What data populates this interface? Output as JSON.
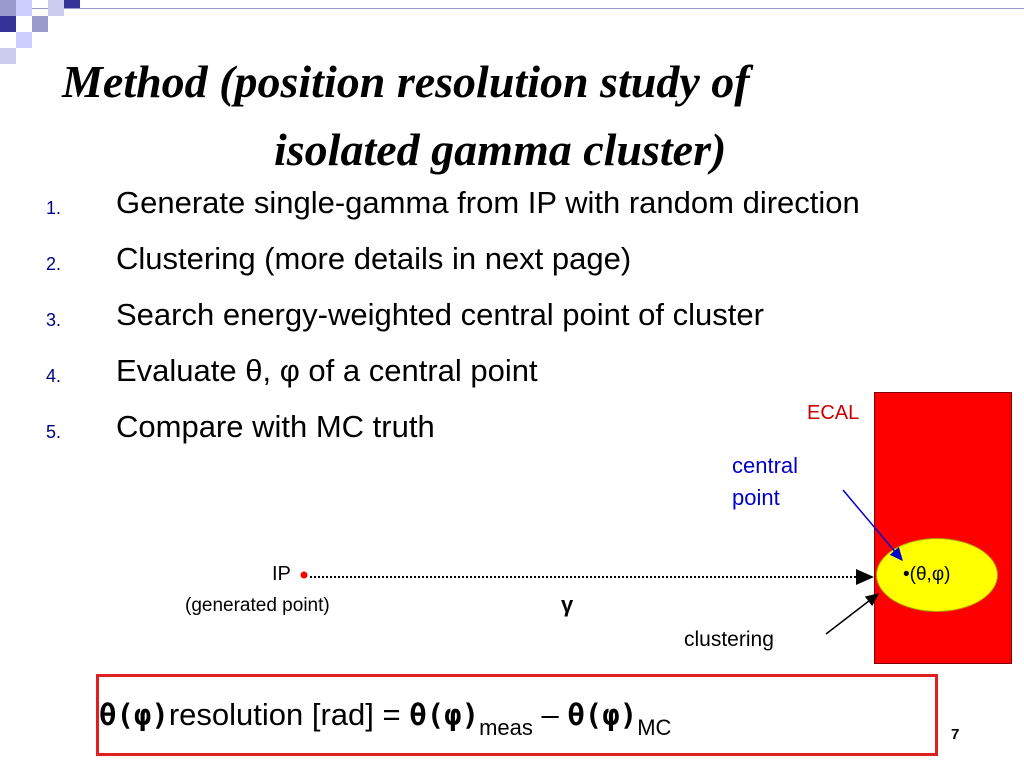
{
  "slide": {
    "title_line1": "Method  (position resolution study of",
    "title_line2": "isolated gamma cluster)",
    "page_number": "7"
  },
  "steps": [
    {
      "num": "1.",
      "text": "Generate single-gamma from IP with random direction"
    },
    {
      "num": "2.",
      "text": "Clustering (more details in next page)"
    },
    {
      "num": "3.",
      "text": "Search energy-weighted central point of cluster"
    },
    {
      "num": "4.",
      "text": "Evaluate θ, φ of a central point"
    },
    {
      "num": "5.",
      "text": "Compare with MC truth"
    }
  ],
  "diagram": {
    "ecal_label": "ECAL",
    "central_point_line1": "central",
    "central_point_line2": "point",
    "cluster_point": "•(θ,φ)",
    "ip_label": "IP",
    "generated_point": "(generated point)",
    "gamma": "γ",
    "clustering": "clustering"
  },
  "formula": {
    "lhs": "θ(φ)",
    "text": "resolution [rad] = ",
    "term1": "θ(φ)",
    "sub1": "meas",
    "minus": " – ",
    "term2": "θ(φ)",
    "sub2": "MC"
  },
  "colors": {
    "accent_blue": "#000080",
    "ecal_red": "#ff0000",
    "cluster_yellow": "#ffff00",
    "formula_border": "#e02020"
  }
}
